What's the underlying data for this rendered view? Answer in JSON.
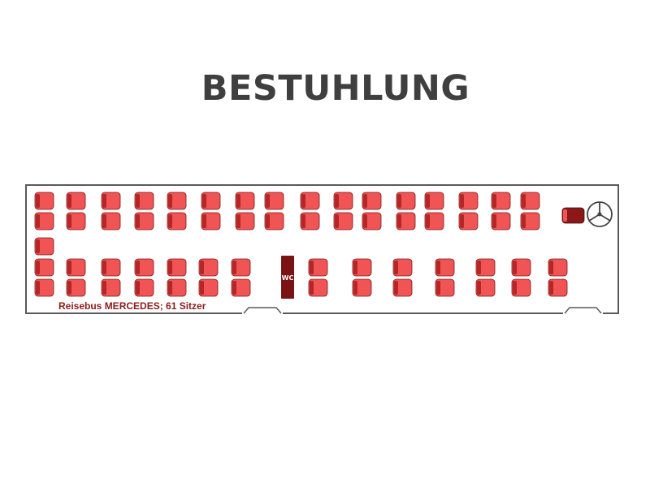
{
  "page": {
    "title": "BESTUHLUNG"
  },
  "bus": {
    "caption": "Reisebus MERCEDES; 61 Sitzer",
    "wc_label": "WC",
    "colors": {
      "seat_fill": "#f05454",
      "seat_back": "#b52626",
      "seat_outline": "#7a1a1a",
      "wc_fill": "#7a1414",
      "driver_seat": "#8b1818",
      "outline": "#5a5a5a",
      "caption": "#8c1c1c",
      "title": "#3f3f3f"
    },
    "icons": {
      "seat": "seat-icon",
      "driver_seat": "driver-seat-icon",
      "steering_wheel": "steering-wheel-icon",
      "wheel_arch": "wheel-arch-icon",
      "wc": "wc-icon"
    }
  }
}
